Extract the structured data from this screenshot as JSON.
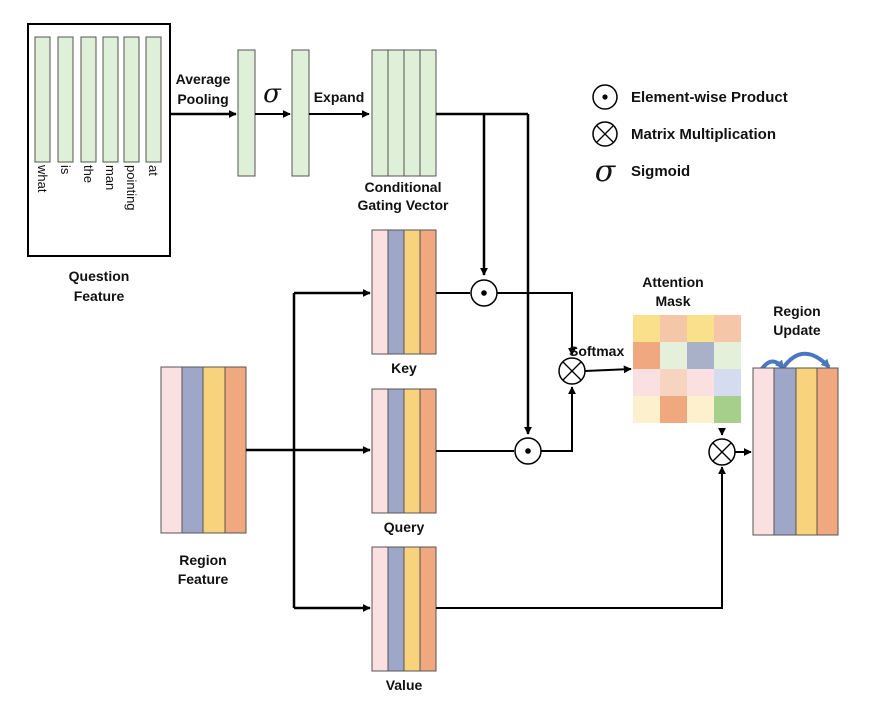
{
  "question": {
    "words": [
      "what",
      "is",
      "the",
      "man",
      "pointing",
      "at"
    ],
    "label_line1": "Question",
    "label_line2": "Feature"
  },
  "pooling": {
    "line1": "Average",
    "line2": "Pooling"
  },
  "sigma_symbol": "σ",
  "expand_label": "Expand",
  "gating": {
    "line1": "Conditional",
    "line2": "Gating Vector"
  },
  "region": {
    "line1": "Region",
    "line2": "Feature"
  },
  "key_label": "Key",
  "query_label": "Query",
  "value_label": "Value",
  "softmax_label": "Softmax",
  "attention": {
    "line1": "Attention",
    "line2": "Mask"
  },
  "update": {
    "line1": "Region",
    "line2": "Update"
  },
  "legend": {
    "elementwise": "Element-wise Product",
    "matmul": "Matrix Multiplication",
    "sigmoid": "Sigmoid"
  },
  "colors": {
    "green": "#dff0d8",
    "pink": "#fbe0e2",
    "purple": "#9fa7c9",
    "yellow": "#f9d27d",
    "orange": "#f0a87e",
    "arrow_blue": "#4a78c0"
  },
  "attention_grid": [
    [
      "#fbe08c",
      "#f6c6a8",
      "#fbe08c",
      "#f6c6a8"
    ],
    [
      "#f0a87e",
      "#e4f0da",
      "#a9b1c9",
      "#e4f0da"
    ],
    [
      "#fbe0e2",
      "#f6d4c0",
      "#fbe0e2",
      "#d5dcef"
    ],
    [
      "#fdf0cc",
      "#f0a87e",
      "#fdf0cc",
      "#a5cf8a"
    ]
  ]
}
